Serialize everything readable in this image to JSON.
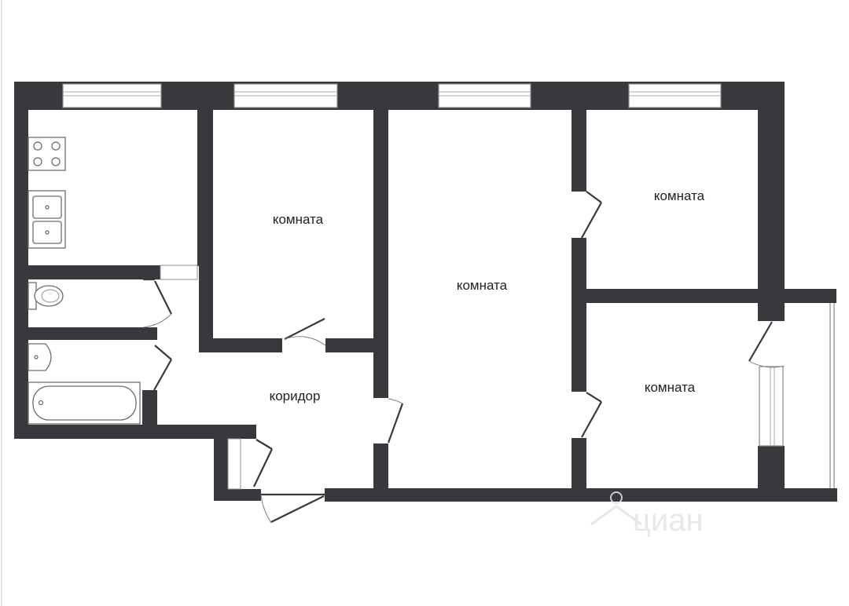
{
  "rooms": {
    "room_1": "комната",
    "room_2": "комната",
    "room_3": "комната",
    "room_4": "комната",
    "corridor": "коридор"
  },
  "watermark": "циан",
  "colors": {
    "wall": "#37393d",
    "background": "#ffffff"
  },
  "icons": [
    "stove-icon",
    "sink-icon",
    "toilet-icon",
    "washbasin-icon",
    "bathtub-icon",
    "window-icon",
    "door-icon"
  ]
}
